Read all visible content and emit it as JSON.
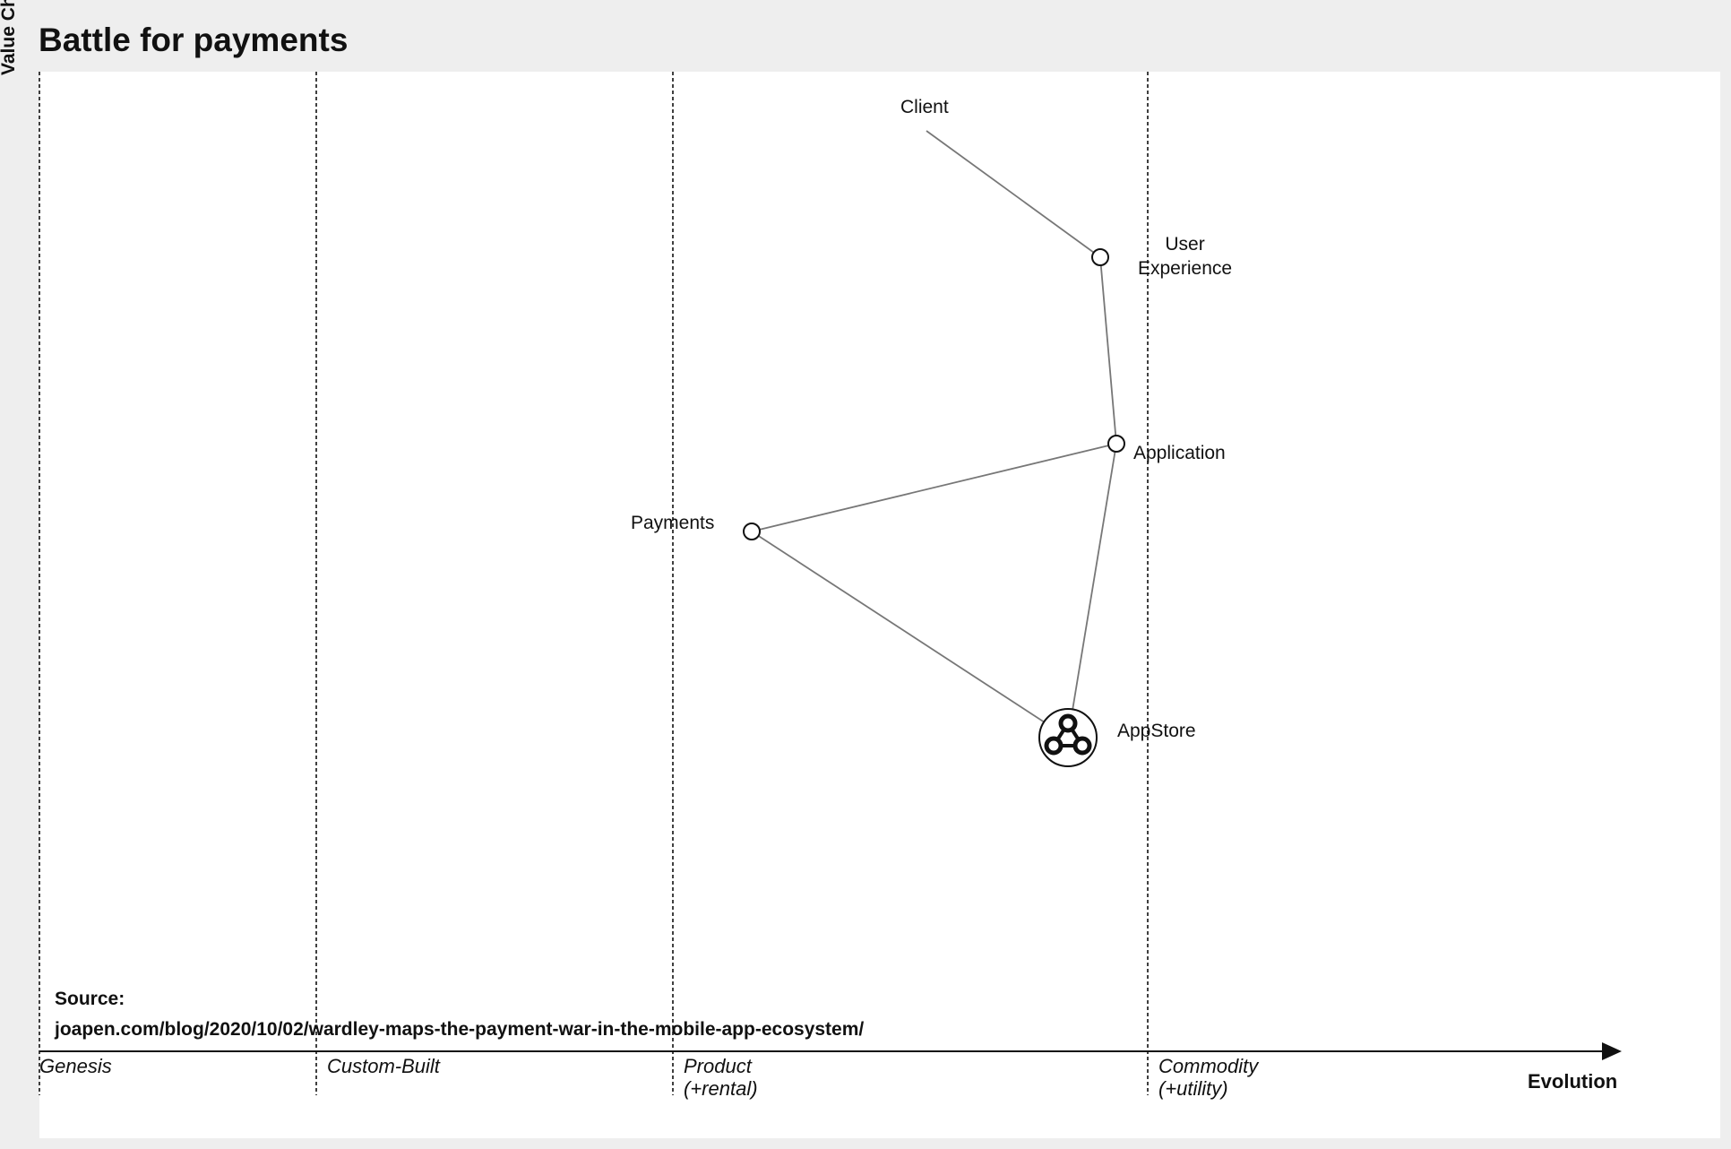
{
  "title": "Battle for payments",
  "y_axis_label": "Value Chain",
  "x_axis_label": "Evolution",
  "stages": [
    {
      "label": "Genesis"
    },
    {
      "label": "Custom-Built"
    },
    {
      "label": "Product\n(+rental)"
    },
    {
      "label": "Commodity\n(+utility)"
    }
  ],
  "components": [
    {
      "id": "client",
      "label": "Client",
      "kind": "anchor"
    },
    {
      "id": "user-experience",
      "label": "User\nExperience",
      "kind": "component"
    },
    {
      "id": "application",
      "label": "Application",
      "kind": "component"
    },
    {
      "id": "payments",
      "label": "Payments",
      "kind": "component"
    },
    {
      "id": "appstore",
      "label": "AppStore",
      "kind": "ecosystem",
      "icon": "ecosystem-icon"
    }
  ],
  "links": [
    [
      "client",
      "user-experience"
    ],
    [
      "user-experience",
      "application"
    ],
    [
      "application",
      "payments"
    ],
    [
      "application",
      "appstore"
    ],
    [
      "payments",
      "appstore"
    ]
  ],
  "source": {
    "heading": "Source:",
    "text": "joapen.com/blog/2020/10/02/wardley-maps-the-payment-war-in-the-mobile-app-ecosystem/"
  },
  "colors": {
    "background": "#eeeeee",
    "canvas": "#ffffff",
    "link": "#777777",
    "ink": "#111111"
  }
}
